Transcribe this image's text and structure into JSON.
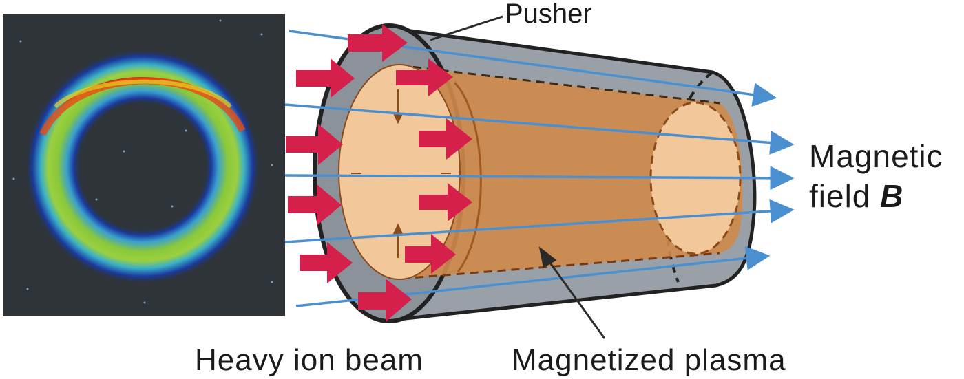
{
  "labels": {
    "pusher": "Pusher",
    "field_line1": "Magnetic",
    "field_line2_prefix": "field ",
    "field_symbol": "B",
    "heavy_ion_beam": "Heavy ion beam",
    "magnetized_plasma": "Magnetized plasma"
  },
  "colors": {
    "beam_arrow": "#d4204a",
    "field_line": "#4a90d0",
    "pusher_shell": "#9aa0a8",
    "plasma_fill": "#d08a4a",
    "plasma_face": "#f2c89a",
    "image_bg": "#2e3437"
  }
}
